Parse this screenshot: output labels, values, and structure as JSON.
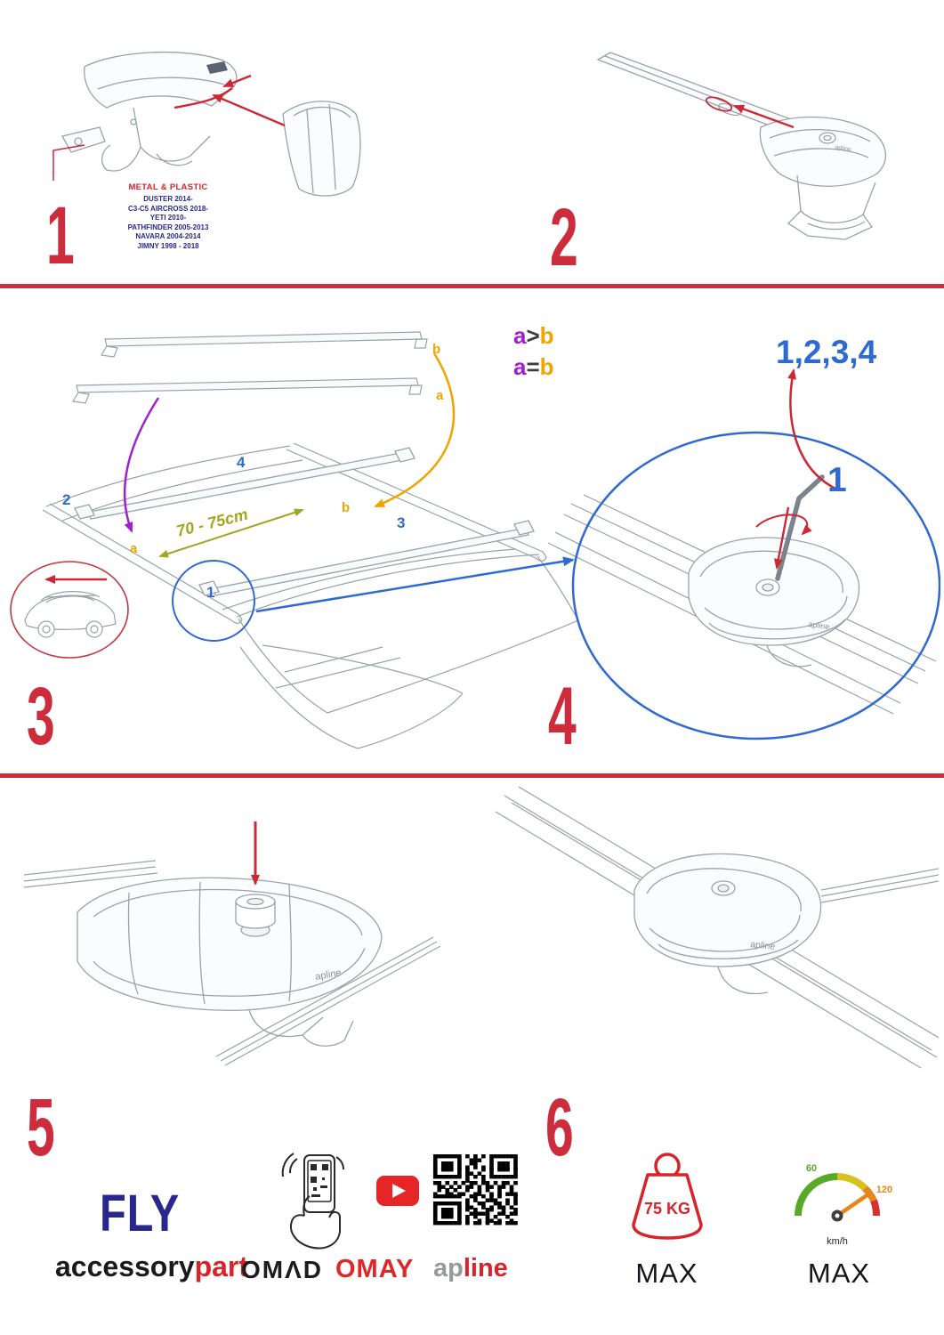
{
  "colors": {
    "accent_red": "#cb2e3e",
    "arrow_red": "#cc2936",
    "blue": "#2e6ad0",
    "purple": "#a020d0",
    "orange": "#f0a400",
    "olive": "#a3a520",
    "navy_models": "#2a2a8c",
    "brand_navy": "#28288c",
    "brand_red": "#d8232a"
  },
  "brand": {
    "apline_small": "apline"
  },
  "steps": {
    "s1": {
      "number": "1",
      "material": "METAL & PLASTIC",
      "models": [
        "DUSTER 2014-",
        "C3-C5 AIRCROSS 2018-",
        "YETI 2010-",
        "PATHFINDER 2005-2013",
        "NAVARA 2004-2014",
        "JIMNY 1998 - 2018"
      ]
    },
    "s2": {
      "number": "2"
    },
    "s3": {
      "number": "3",
      "bar_label_b": "b",
      "bar_label_a": "a",
      "rule1": {
        "a": "a",
        "op": ">",
        "b": "b"
      },
      "rule2": {
        "a": "a",
        "op": "=",
        "b": "b"
      },
      "distance": "70 - 75cm",
      "roof_label_a": "a",
      "roof_label_b": "b",
      "pos1": "1",
      "pos2": "2",
      "pos3": "3",
      "pos4": "4"
    },
    "s4": {
      "number": "4",
      "sequence": "1,2,3,4",
      "callout": "1"
    },
    "s5": {
      "number": "5"
    },
    "s6": {
      "number": "6"
    }
  },
  "footer": {
    "brand_fly": "FLY",
    "brand_accessory": "accessory",
    "brand_part": "part",
    "brand_omad": "OMΛD",
    "brand_omay": "OMAY",
    "apline_ap": "ap",
    "apline_line": "line",
    "qr_art": "█▀▀▀▀▀█ ▀▄█▄▀ █▀▀▀▀▀█\n█ ███ █ ▄▀█ ▄ █ ███ █\n█ ▀▀▀ █ █▄ ▄▀ █ ▀▀▀ █\n▀▀▀▀▀▀▀ █ ▀ █ ▀▀▀▀▀▀▀\n▀█▄▀▄▀▄▀▄█▀▄▀█▄▀▄█▀▄▀\n▄▀ █▄▀▄▄▀ ▄█ ▀▄ █ ▄█▄\n▀▀▀▀▀▀▀ ▄▀█ ▀▄█▄▀ ▄ █\n█▀▀▀▀▀█ █▄ ▀█ ▄▀█▄▀▄▀\n█ ███ █ ▀▄█▄▄█▀ ▄█ ▄█\n█ ▀▀▀ █ █ ▀▄ █▄▀▄ ▀▄ \n▀▀▀▀▀▀▀ ▀ ▀▀ ▀ ▀▀ ▀▀▀",
    "weight_value": "75 KG",
    "weight_max": "MAX",
    "speed_60": "60",
    "speed_120": "120",
    "speed_unit": "km/h",
    "speed_max": "MAX"
  }
}
